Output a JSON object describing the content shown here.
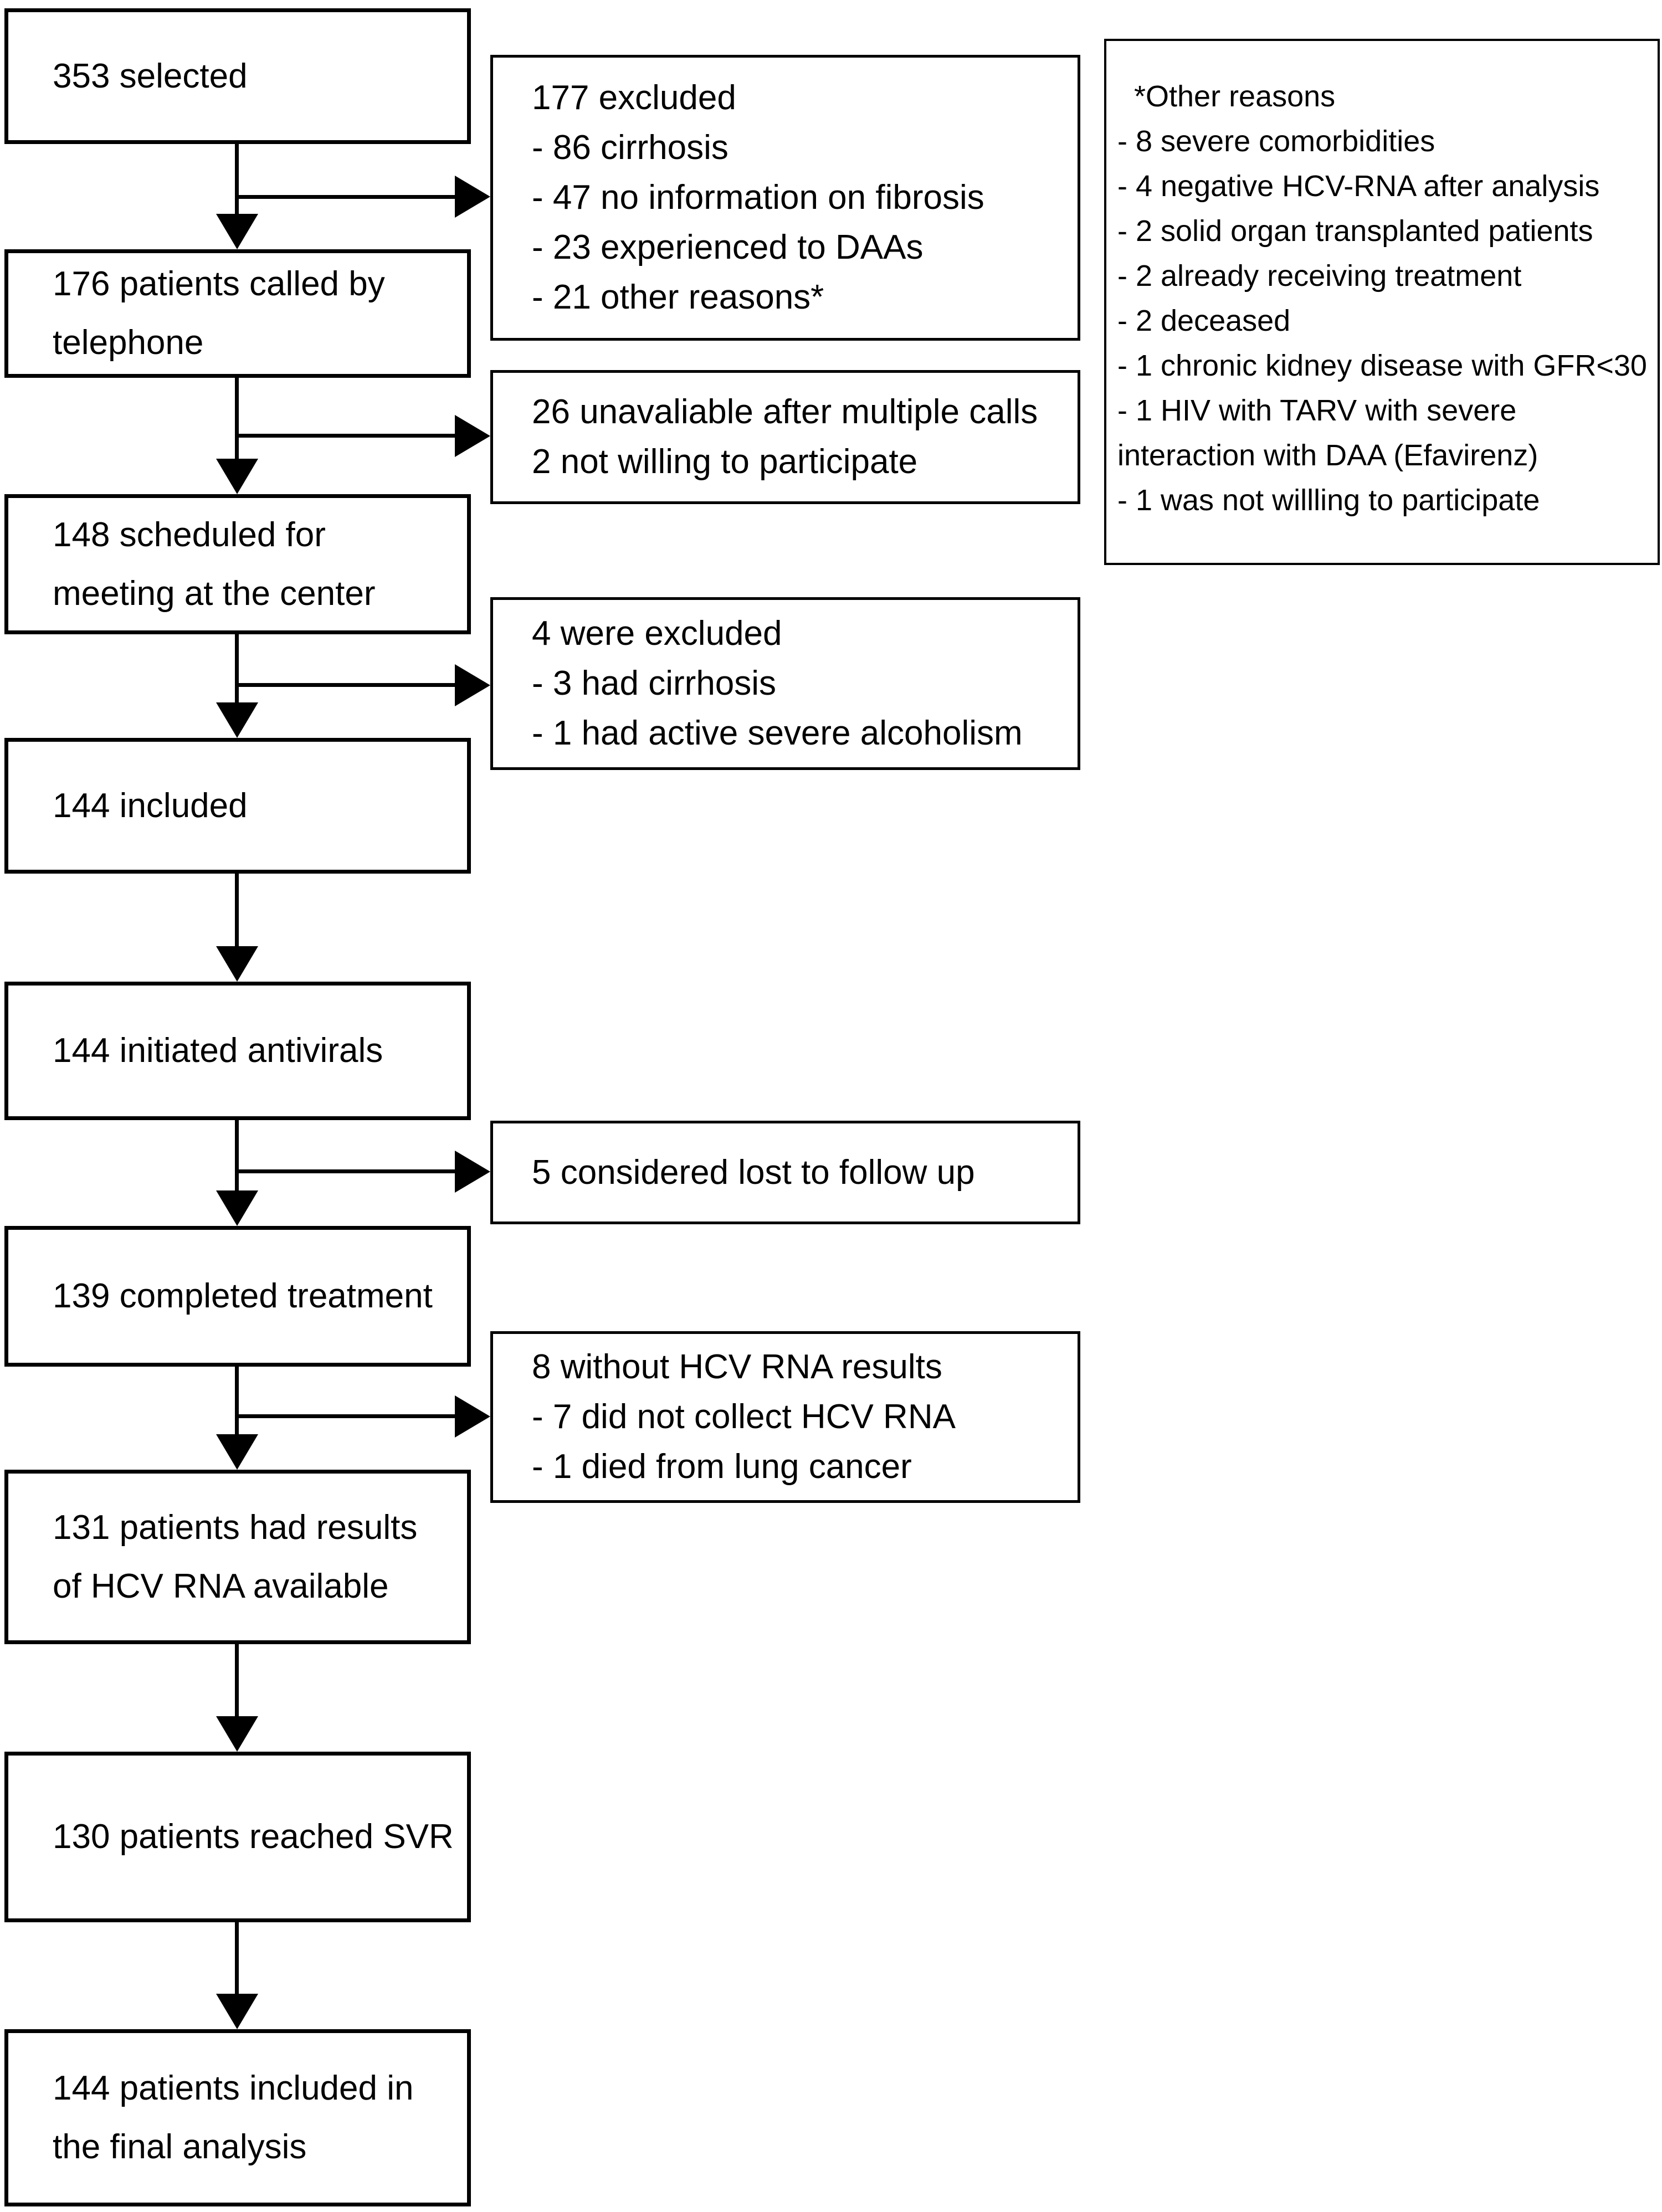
{
  "flow": {
    "main_boxes": [
      {
        "lines": [
          "353 selected"
        ]
      },
      {
        "lines": [
          "176 patients called by",
          "telephone"
        ]
      },
      {
        "lines": [
          "148 scheduled for",
          "meeting at the center"
        ]
      },
      {
        "lines": [
          "144 included"
        ]
      },
      {
        "lines": [
          "144 initiated antivirals"
        ]
      },
      {
        "lines": [
          "139 completed treatment"
        ]
      },
      {
        "lines": [
          "131 patients had results",
          "of HCV RNA available"
        ]
      },
      {
        "lines": [
          "130 patients reached SVR"
        ]
      },
      {
        "lines": [
          "144 patients included in",
          "the final analysis"
        ]
      }
    ],
    "side_boxes": [
      {
        "lines": [
          "177 excluded",
          "- 86 cirrhosis",
          "- 47 no information on fibrosis",
          "- 23 experienced to DAAs",
          "- 21 other reasons*"
        ]
      },
      {
        "lines": [
          "26 unavaliable after multiple calls",
          "2 not willing to participate"
        ]
      },
      {
        "lines": [
          "4 were excluded",
          "- 3 had cirrhosis",
          "- 1 had active severe alcoholism"
        ]
      },
      {
        "lines": [
          "5 considered lost to follow up"
        ]
      },
      {
        "lines": [
          "8 without HCV RNA results",
          "- 7 did not collect HCV RNA",
          "- 1 died from lung cancer"
        ]
      }
    ],
    "note_box": {
      "lines": [
        "*Other reasons",
        "- 8 severe comorbidities",
        "- 4 negative HCV-RNA after analysis",
        "- 2 solid organ transplanted patients",
        "- 2 already receiving treatment",
        "- 2 deceased",
        "- 1 chronic kidney disease with GFR<30",
        "- 1 HIV with TARV with severe",
        "interaction with DAA (Efavirenz)",
        "- 1 was not willling to participate"
      ]
    }
  },
  "colors": {
    "background": "#ffffff",
    "box_fill": "#ffffff",
    "box_border": "#000000",
    "text": "#000000",
    "arrow": "#000000"
  }
}
